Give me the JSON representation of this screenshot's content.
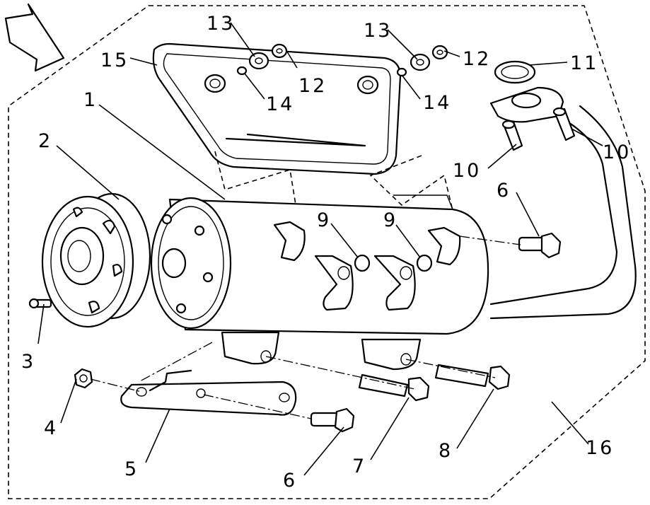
{
  "callouts": {
    "c1": "1",
    "c2": "2",
    "c3": "3",
    "c4": "4",
    "c5": "5",
    "c6a": "6",
    "c6b": "6",
    "c7": "7",
    "c8": "8",
    "c9a": "9",
    "c9b": "9",
    "c10a": "10",
    "c10b": "10",
    "c11": "11",
    "c12a": "12",
    "c12b": "12",
    "c13a": "13",
    "c13b": "13",
    "c14a": "14",
    "c14b": "14",
    "c15": "15",
    "c16": "16"
  },
  "icons": {
    "direction": "front-direction-arrow-icon"
  }
}
